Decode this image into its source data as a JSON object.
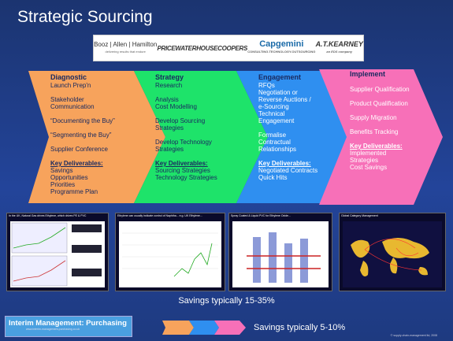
{
  "title": "Strategic Sourcing",
  "logos": {
    "booz": "Booz | Allen | Hamilton",
    "booz_tagline": "delivering results that endure",
    "pwc": "PRICEWATERHOUSECOOPERS",
    "capgemini": "Capgemini",
    "capgemini_tagline": "CONSULTING.TECHNOLOGY.OUTSOURCING",
    "atkearney": "A.T.KEARNEY",
    "atkearney_tagline": "an EDS company"
  },
  "stages": {
    "diagnostic": {
      "head": "Diagnostic",
      "items": [
        "Launch Prep'n",
        "",
        "Stakeholder",
        "Communication",
        "",
        "“Documenting the Buy”",
        "",
        "“Segmenting the Buy”",
        "",
        "Supplier Conference",
        ""
      ],
      "kd_label": "Key Deliverables:",
      "kd": [
        "Savings",
        "Opportunities",
        "Priorities",
        "Programme Plan"
      ]
    },
    "strategy": {
      "head": "Strategy",
      "items": [
        "Research",
        "",
        "Analysis",
        "Cost Modelling",
        "",
        "Develop Sourcing",
        "Strategies",
        "",
        "Develop Technology",
        "Strategies",
        ""
      ],
      "kd_label": "Key Deliverables:",
      "kd": [
        "Sourcing Strategies",
        "Technology Strategies"
      ]
    },
    "engagement": {
      "head": "Engagement",
      "items": [
        "RFQs",
        "Negotiation or",
        "Reverse Auctions /",
        "e-Sourcing",
        "Technical",
        "Engagement",
        "",
        "Formalise",
        "Contractual",
        "Relationships",
        ""
      ],
      "kd_label": "Key Deliverables:",
      "kd": [
        "Negotiated Contracts",
        "Quick Hits"
      ]
    },
    "implement": {
      "head": "Implement",
      "items": [
        "",
        "Supplier Qualification",
        "",
        "Product Qualification",
        "",
        "Supply Migration",
        "",
        "Benefits Tracking",
        ""
      ],
      "kd_label": "Key Deliverables:",
      "kd": [
        "Implemented",
        "Strategies",
        "Cost Savings"
      ]
    }
  },
  "thumbnails": [
    {
      "title": "In the UK, Natural Gas drives Ethylene, which drives PE & PVC"
    },
    {
      "title": "Ethylene can usually indicate control of Naphtha... e.g. UK Ethylene..."
    },
    {
      "title": "Spray Coated & Liquid PVC for Ethylene Oxide..."
    },
    {
      "title": "Global Category Management"
    }
  ],
  "savings_main": "Savings typically   15-35%",
  "badge": {
    "title": "Interim Management: Purchasing",
    "url": "www.interim-management-purchasing.co.uk"
  },
  "savings_mini": "Savings typically   5-10%",
  "copyright": "© supply-chain-management ltd, 2008",
  "colors": {
    "orange": "#f7a35c",
    "green": "#1ee36a",
    "blue": "#2f8ff0",
    "pink": "#f770b8",
    "background": "#1e3a78"
  }
}
